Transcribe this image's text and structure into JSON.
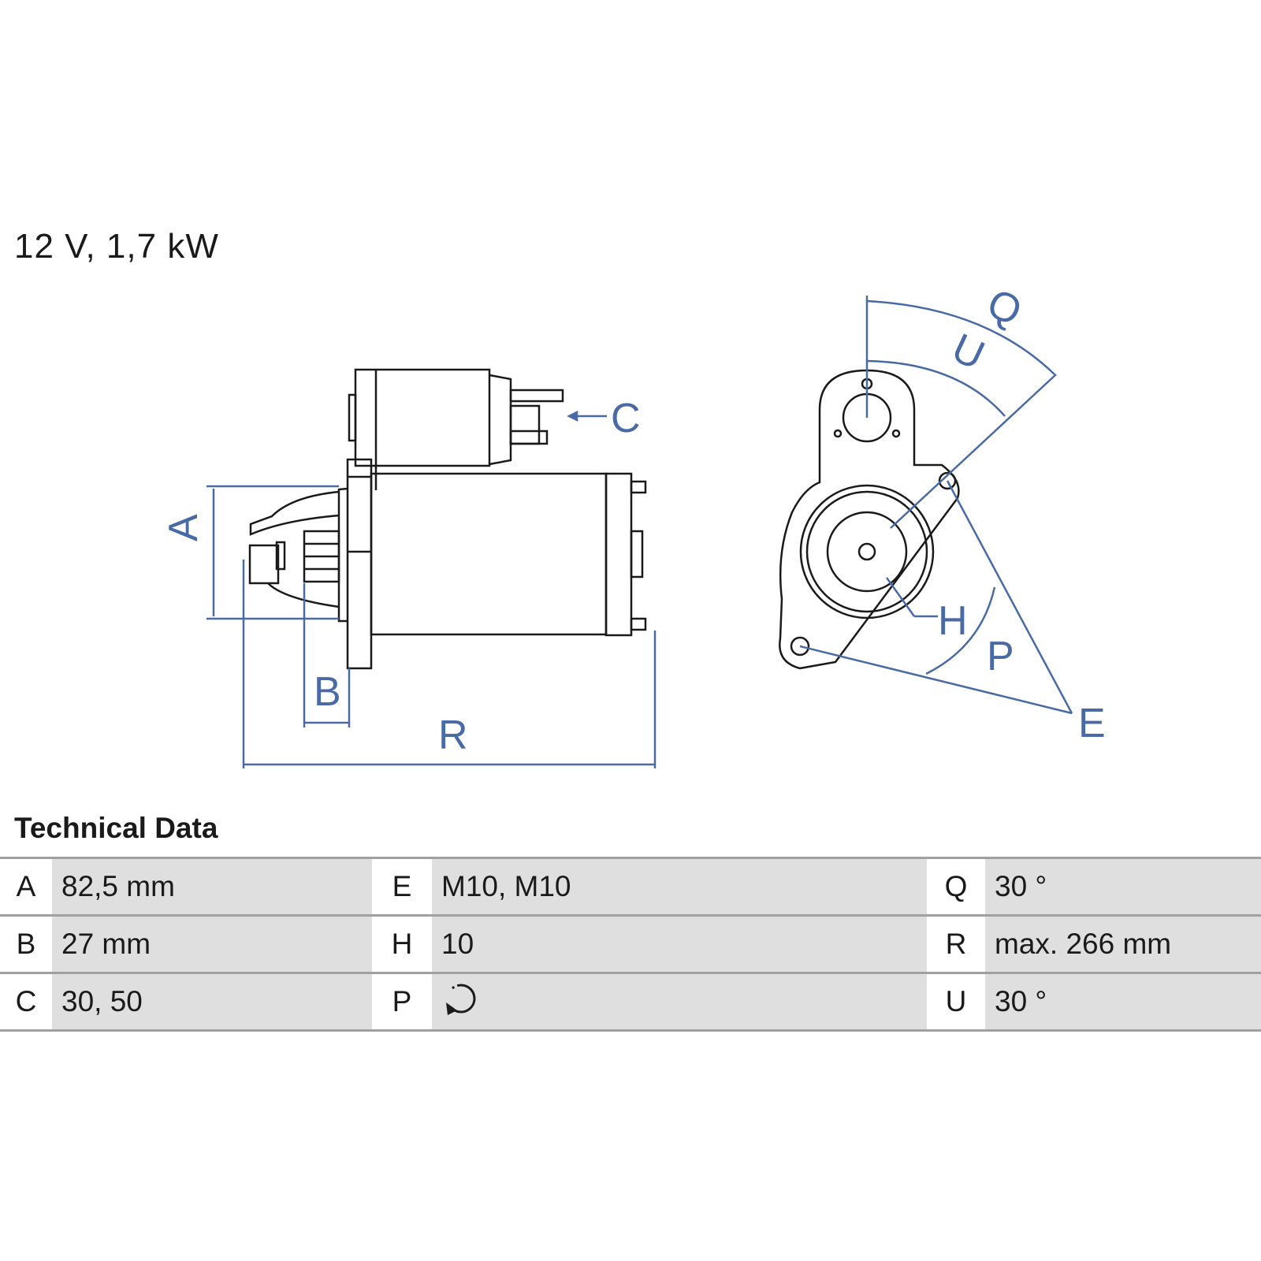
{
  "title": "12 V, 1,7 kW",
  "diagram": {
    "labels": {
      "A": "A",
      "B": "B",
      "C": "C",
      "R": "R",
      "Q": "Q",
      "U": "U",
      "H": "H",
      "P": "P",
      "E": "E"
    },
    "dimension_color": "#4a6aa5",
    "line_color": "#1a1a1a"
  },
  "technical_data": {
    "heading": "Technical Data",
    "rows": [
      [
        {
          "key": "A",
          "value": "82,5 mm"
        },
        {
          "key": "E",
          "value": "M10, M10"
        },
        {
          "key": "Q",
          "value": "30 °"
        }
      ],
      [
        {
          "key": "B",
          "value": "27 mm"
        },
        {
          "key": "H",
          "value": "10"
        },
        {
          "key": "R",
          "value": "max. 266 mm"
        }
      ],
      [
        {
          "key": "C",
          "value": "30, 50"
        },
        {
          "key": "P",
          "value": "",
          "icon": "rotation-direction-icon"
        },
        {
          "key": "U",
          "value": "30 °"
        }
      ]
    ]
  }
}
